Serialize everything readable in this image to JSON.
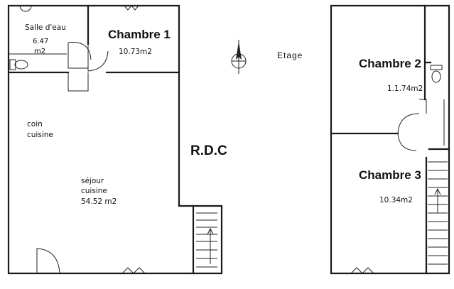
{
  "rdc": {
    "title": "R.D.C",
    "rooms": {
      "salle_eau": {
        "name": "Salle d'eau",
        "area_value": "6.47",
        "area_unit": "m2"
      },
      "chambre1": {
        "name": "Chambre 1",
        "area": "10.73m2"
      },
      "coin_cuisine": {
        "line1": "coin",
        "line2": "cuisine"
      },
      "sejour": {
        "line1": "séjour",
        "line2": "cuisine",
        "area": "54.52  m2"
      }
    }
  },
  "etage": {
    "title": "Etage",
    "rooms": {
      "chambre2": {
        "name": "Chambre 2",
        "area": "1.1.74m2"
      },
      "chambre3": {
        "name": "Chambre 3",
        "area": "10.34m2"
      }
    }
  }
}
